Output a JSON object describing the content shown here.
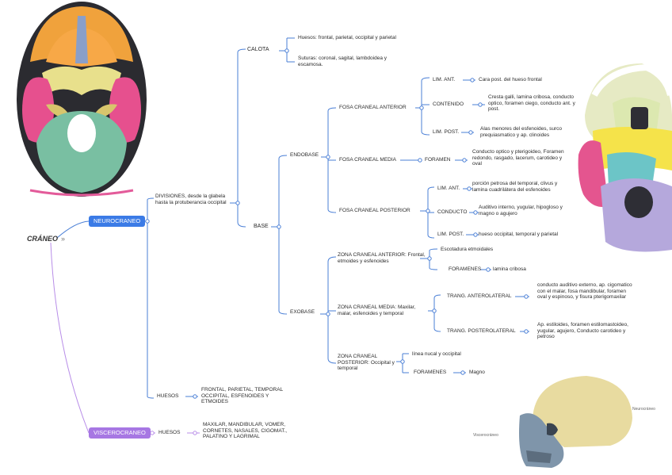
{
  "root": {
    "label": "CRÁNEO",
    "marker": "»"
  },
  "neurocranio": {
    "label": "NEUROCRANEO",
    "divisiones": "DIVISIONES, desde la glabela hasta la protuberancia occipital",
    "calota": {
      "label": "CALOTA",
      "huesos": "Huesos: frontal, parietal, occipital y parietal",
      "suturas": "Suturas: coronal, sagital, lambdoidea y escamosa."
    },
    "base": {
      "label": "BASE",
      "endobase": {
        "label": "ENDOBASE",
        "fosa_anterior": {
          "label": "FOSA CRANEAL ANTERIOR",
          "lim_ant": {
            "label": "LIM. ANT.",
            "text": "Cara post. del hueso frontal"
          },
          "contenido": {
            "label": "CONTENIDO",
            "text": "Cresta galli, lamina cribosa, conducto optico, foramen ciego, conducto ant. y post."
          },
          "lim_post": {
            "label": "LIM. POST.",
            "text": "Alas menores del esfenoides, surco prequiasmatico y ap. clinoides"
          }
        },
        "fosa_media": {
          "label": "FOSA CRANEAL MEDIA",
          "foramen": {
            "label": "FORAMEN",
            "text": "Conducto optico y pterigoideo, Foramen redondo, rasgado, lacerum, carotideo y oval"
          }
        },
        "fosa_posterior": {
          "label": "FOSA CRANEAL POSTERIOR",
          "lim_ant": {
            "label": "LIM. ANT.",
            "text": "porción petrosa del temporal, clivus y lamina cuadrilátera del esfenoides"
          },
          "conducto": {
            "label": "CONDUCTO",
            "text": "Auditivo interno, yugular, hipogloso y magno o agujero"
          },
          "lim_post": {
            "label": "LIM. POST.",
            "text": "hueso occipital, temporal y parietal"
          }
        }
      },
      "exobase": {
        "label": "EXOBASE",
        "zona_anterior": {
          "label": "ZONA CRANEAL ANTERIOR: Frontal, etmoides y esfenoides",
          "a": "Escotadura etmoidales",
          "foramenes": {
            "label": "FORAMENES",
            "text": "lamina cribosa"
          }
        },
        "zona_media": {
          "label": "ZONA CRANEAL MEDIA: Maxilar, malar, esfenoides y temporal",
          "anterolateral": {
            "label": "TRANG. ANTEROLATERAL",
            "text": "conducto auditivo externo, ap. cigomatico con el malar, fosa mandibular, foramen oval y espinoso, y fisura pterigomaxilar"
          },
          "posterolateral": {
            "label": "TRANG. POSTEROLATERAL",
            "text": "Ap. estiloides, foramen estilomastoideo, yugular, agujero, Conducto carotideo y petroso"
          }
        },
        "zona_posterior": {
          "label": "ZONA CRANEAL POSTERIOR: Occipital y temporal",
          "a": "línea nucal y occipital",
          "foramenes": {
            "label": "FORAMENES",
            "text": "Magno"
          }
        }
      }
    },
    "huesos": {
      "label": "HUESOS",
      "text": "FRONTAL, PARIETAL, TEMPORAL OCCIPITAL, ESFENOIDES Y ETMOIDES"
    }
  },
  "viscerocranio": {
    "label": "VISCEROCRANEO",
    "huesos": {
      "label": "HUESOS",
      "text": "MAXILAR, MANDIBULAR, VOMER, CORNETES, NASALES, CIGOMAT., PALATINO Y LAGRIMAL"
    }
  },
  "images": {
    "left_skull": "skull-base-interior-illustration",
    "right_skull": "skull-base-exterior-illustration",
    "bottom_skull": "skull-lateral-illustration",
    "bottom_labels": [
      "Neurocráneo",
      "Viscerocráneo"
    ]
  },
  "colors": {
    "blue": "#3b7be6",
    "purple": "#a777e3",
    "link_blue": "#4a7fd6",
    "link_purple": "#b88de8"
  }
}
